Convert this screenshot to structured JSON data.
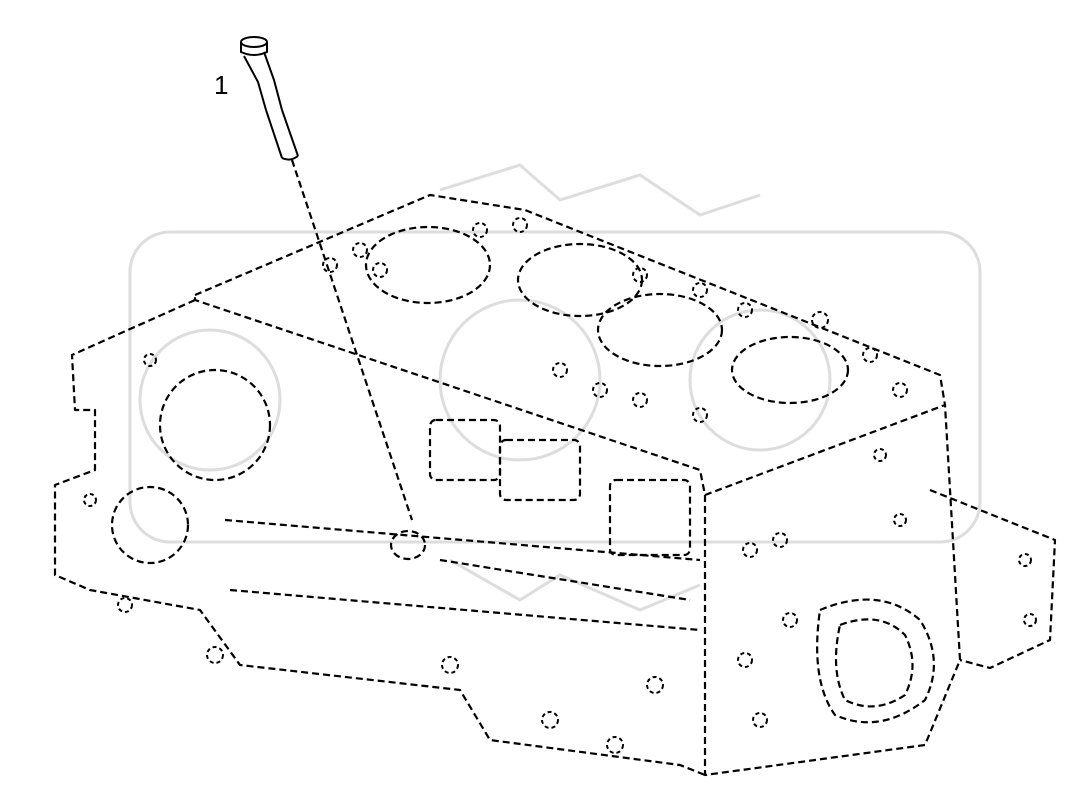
{
  "diagram": {
    "callout_labels": [
      "1"
    ],
    "parts": [
      {
        "callout": "1",
        "part": "dipstick-tube"
      },
      {
        "part": "engine-block"
      }
    ]
  }
}
